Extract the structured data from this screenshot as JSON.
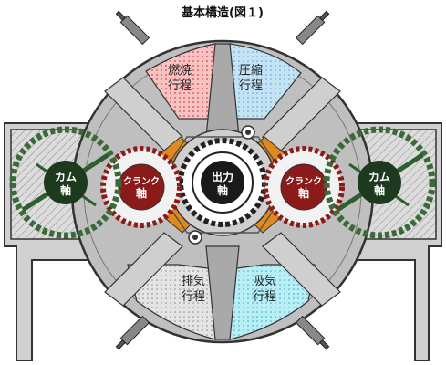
{
  "title": "基本構造(図１)",
  "strokes": {
    "combustion": [
      "燃焼",
      "行程"
    ],
    "compression": [
      "圧縮",
      "行程"
    ],
    "exhaust": [
      "排気",
      "行程"
    ],
    "intake": [
      "吸気",
      "行程"
    ]
  },
  "shafts": {
    "output": [
      "出力",
      "軸"
    ],
    "crank_left": [
      "クランク",
      "軸"
    ],
    "crank_right": [
      "クランク",
      "軸"
    ],
    "cam_left": [
      "カム",
      "軸"
    ],
    "cam_right": [
      "カム",
      "軸"
    ]
  },
  "colors": {
    "combustion": "#f4a6a6",
    "compression": "#b8dcf2",
    "exhaust": "#d8d8d8",
    "intake": "#a8e6f0",
    "crank_gear": "#8b1a1a",
    "cam_gear": "#2e5e2e",
    "orange": "#e08a1e",
    "housing": "#c8c8c8"
  }
}
